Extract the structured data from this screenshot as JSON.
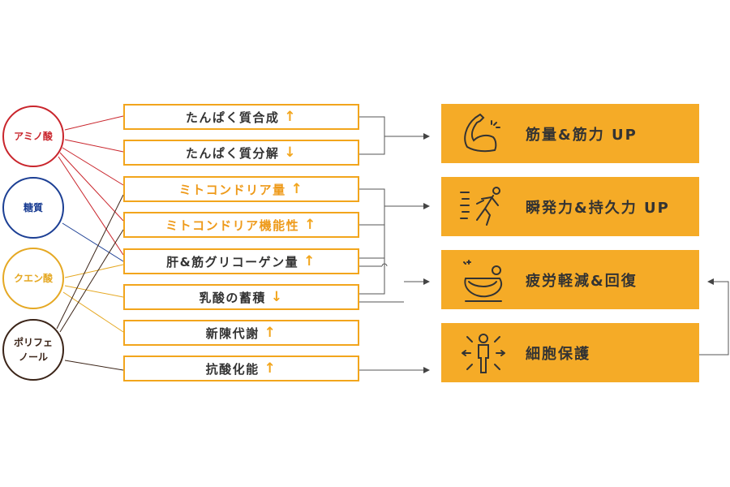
{
  "ingredients": [
    {
      "label": "アミノ酸",
      "color": "#c9252c"
    },
    {
      "label": "糖質",
      "color": "#1c3f94"
    },
    {
      "label": "クエン酸",
      "color": "#e5a823"
    },
    {
      "label": "ポリフェノール",
      "line1": "ポリフェ",
      "line2": "ノール",
      "color": "#3b2418"
    }
  ],
  "effects": [
    {
      "label": "たんぱく質合成",
      "arrow": "↑"
    },
    {
      "label": "たんぱく質分解",
      "arrow": "↓"
    },
    {
      "label": "ミトコンドリア量",
      "arrow": "↑"
    },
    {
      "label": "ミトコンドリア機能性",
      "arrow": "↑"
    },
    {
      "label": "肝&筋グリコーゲン量",
      "arrow": "↑"
    },
    {
      "label": "乳酸の蓄積",
      "arrow": "↓"
    },
    {
      "label": "新陳代謝",
      "arrow": "↑"
    },
    {
      "label": "抗酸化能",
      "arrow": "↑"
    }
  ],
  "results": [
    {
      "label": "筋量&筋力 UP",
      "icon": "flexed-arm-icon"
    },
    {
      "label": "瞬発力&持久力 UP",
      "icon": "running-person-icon"
    },
    {
      "label": "疲労軽減&回復",
      "icon": "bath-icon"
    },
    {
      "label": "細胞保護",
      "icon": "person-expand-icon"
    }
  ],
  "colors": {
    "accent": "#f5ab27",
    "box_border": "#f2a51c",
    "line": "#555555"
  }
}
